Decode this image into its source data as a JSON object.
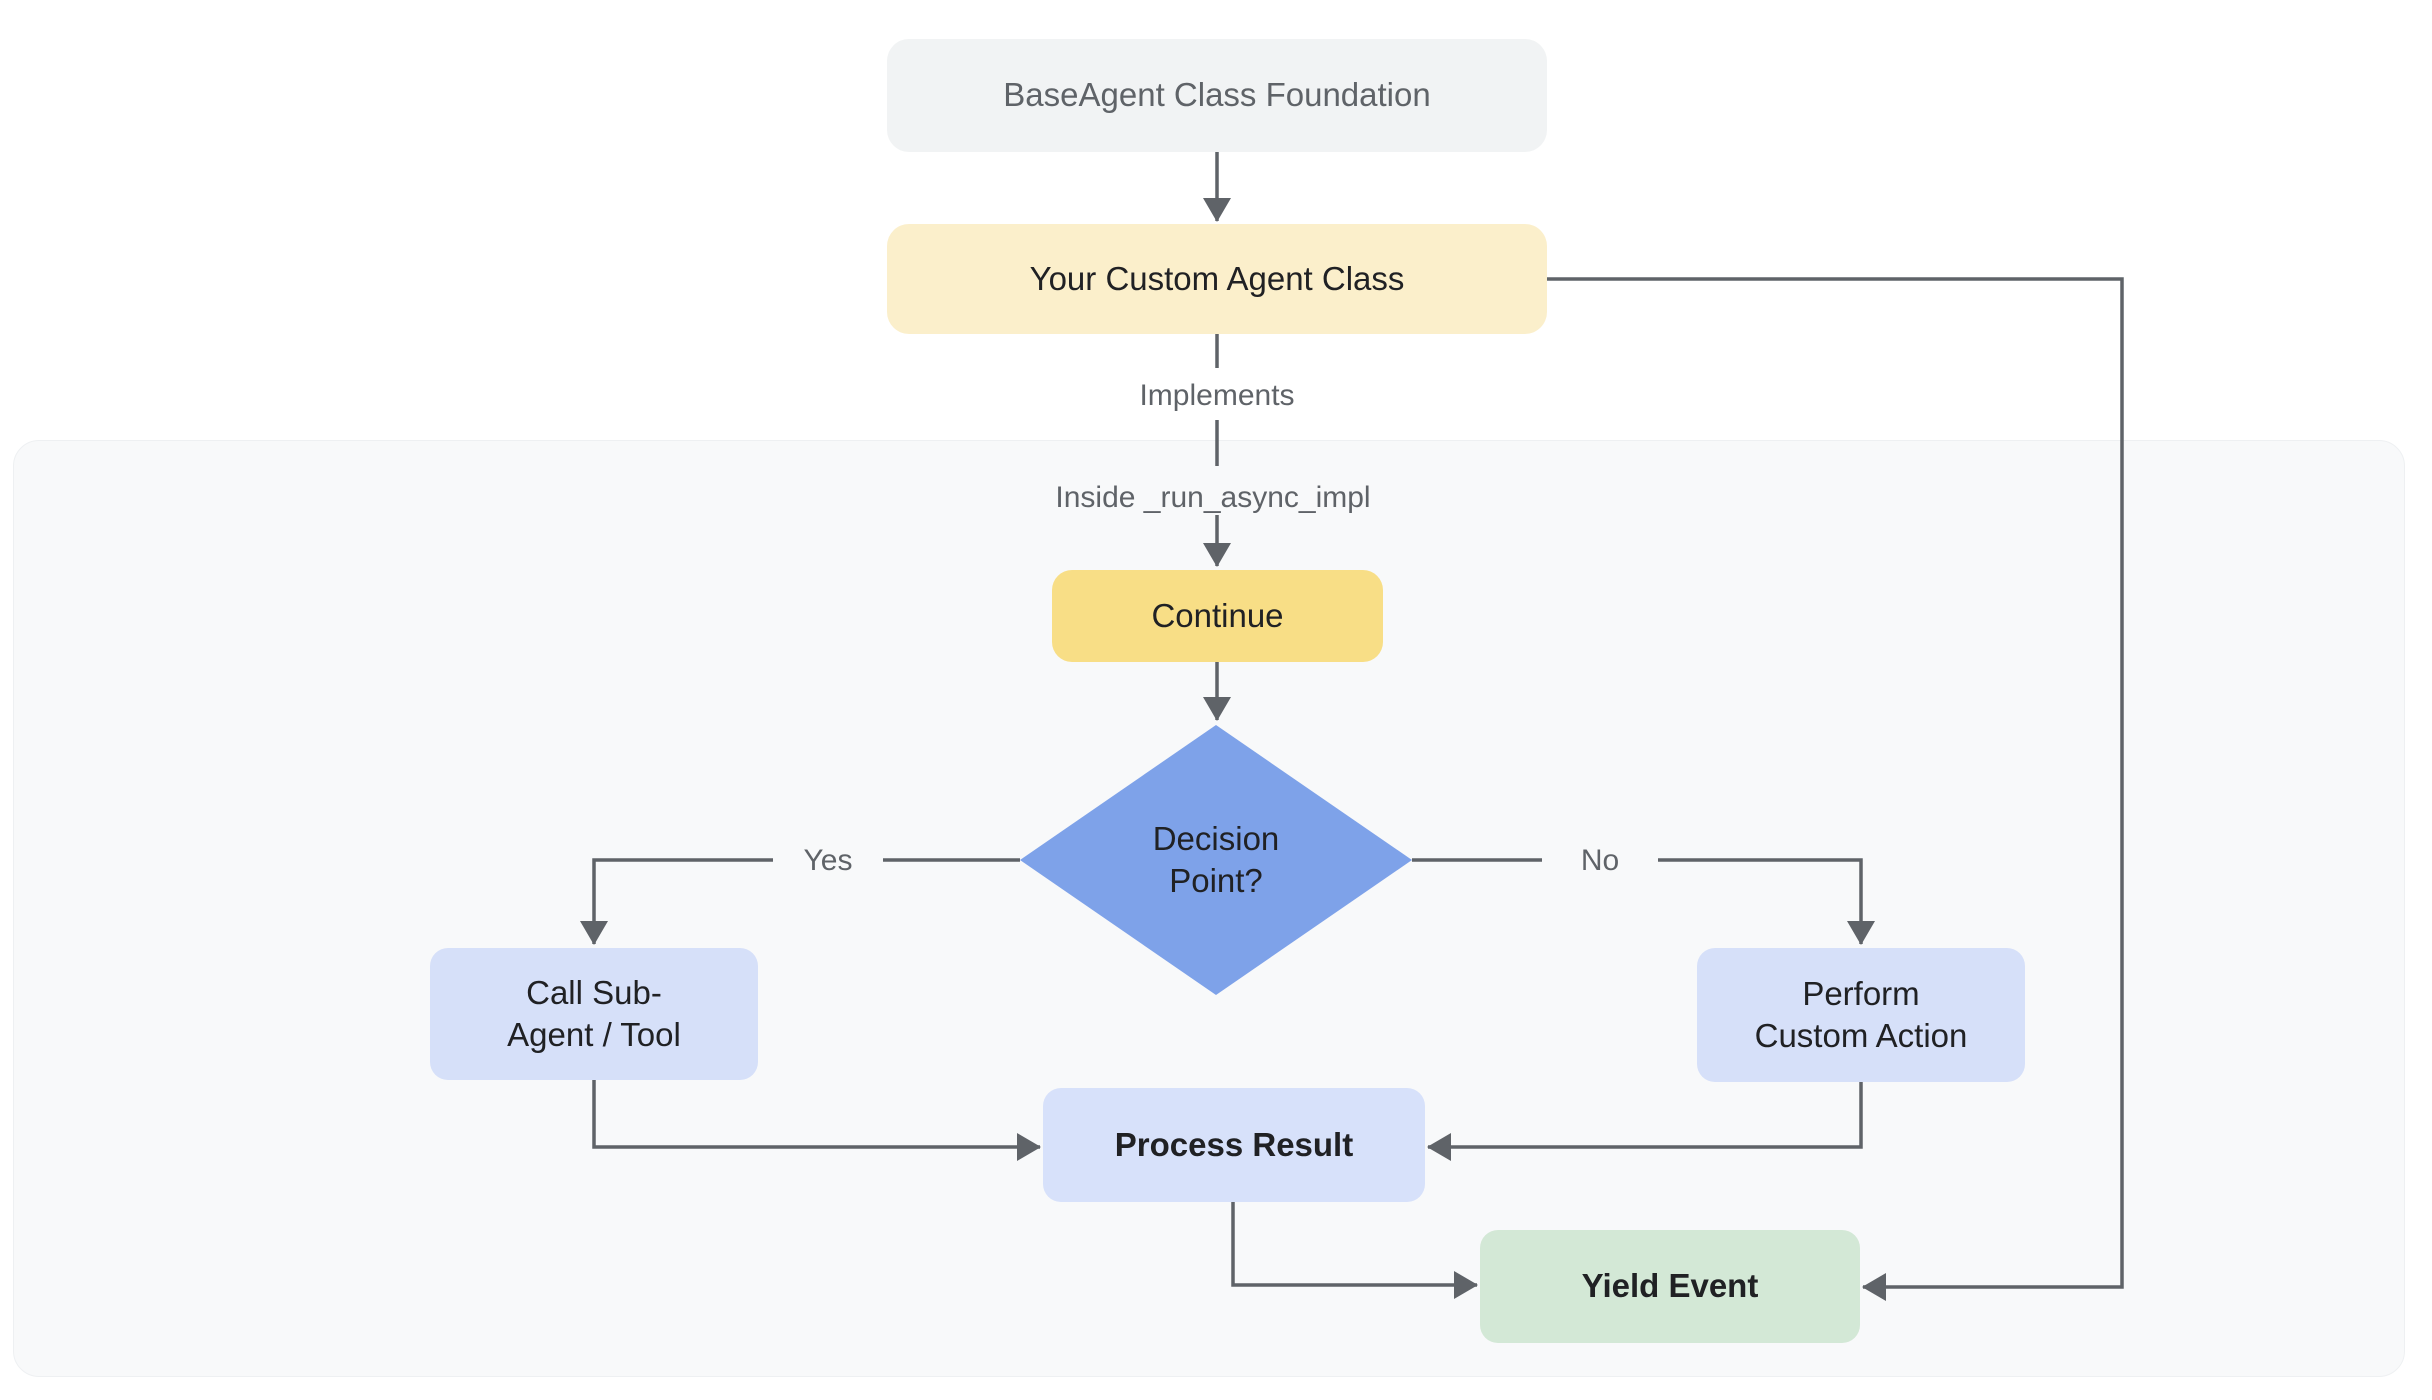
{
  "diagram": {
    "nodes": {
      "foundation": {
        "label": "BaseAgent Class Foundation"
      },
      "custom_agent": {
        "label": "Your Custom Agent Class"
      },
      "continue": {
        "label": "Continue"
      },
      "decision": {
        "line1": "Decision",
        "line2": "Point?"
      },
      "call_sub_agent": {
        "line1": "Call Sub-",
        "line2": "Agent / Tool"
      },
      "perform_custom": {
        "line1": "Perform",
        "line2": "Custom Action"
      },
      "process_result": {
        "label": "Process Result"
      },
      "yield_event": {
        "label": "Yield Event"
      }
    },
    "edge_labels": {
      "implements": "Implements",
      "inside_impl": "Inside _run_async_impl",
      "yes": "Yes",
      "no": "No"
    },
    "colors": {
      "foundation_fill": "#F1F3F4",
      "agent_fill": "#FBEFCB",
      "continue_fill": "#F8DE86",
      "decision_fill": "#7EA2E9",
      "action_fill": "#D6E0F9",
      "process_fill": "#D7E1FA",
      "yield_fill": "#D3E8D6",
      "panel_fill": "#F8F9FA",
      "line": "#5F6368",
      "label_text": "#5F6368",
      "node_text": "#202124"
    }
  }
}
